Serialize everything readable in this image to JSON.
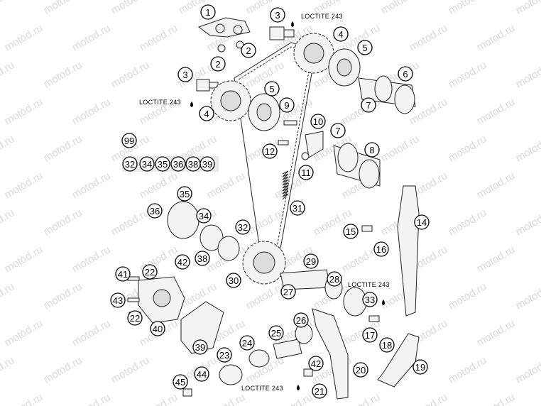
{
  "watermark": "motod.ru",
  "loctite": "LOCTITE 243",
  "callouts": [
    "1",
    "2",
    "2",
    "3",
    "3",
    "4",
    "4",
    "5",
    "5",
    "6",
    "7",
    "7",
    "8",
    "9",
    "10",
    "11",
    "12",
    "14",
    "15",
    "16",
    "17",
    "18",
    "19",
    "20",
    "21",
    "22",
    "22",
    "23",
    "24",
    "25",
    "26",
    "27",
    "28",
    "29",
    "30",
    "31",
    "32",
    "32",
    "33",
    "34",
    "34",
    "35",
    "35",
    "36",
    "36",
    "38",
    "38",
    "39",
    "39",
    "40",
    "41",
    "42",
    "42",
    "43",
    "44",
    "45",
    "99"
  ]
}
